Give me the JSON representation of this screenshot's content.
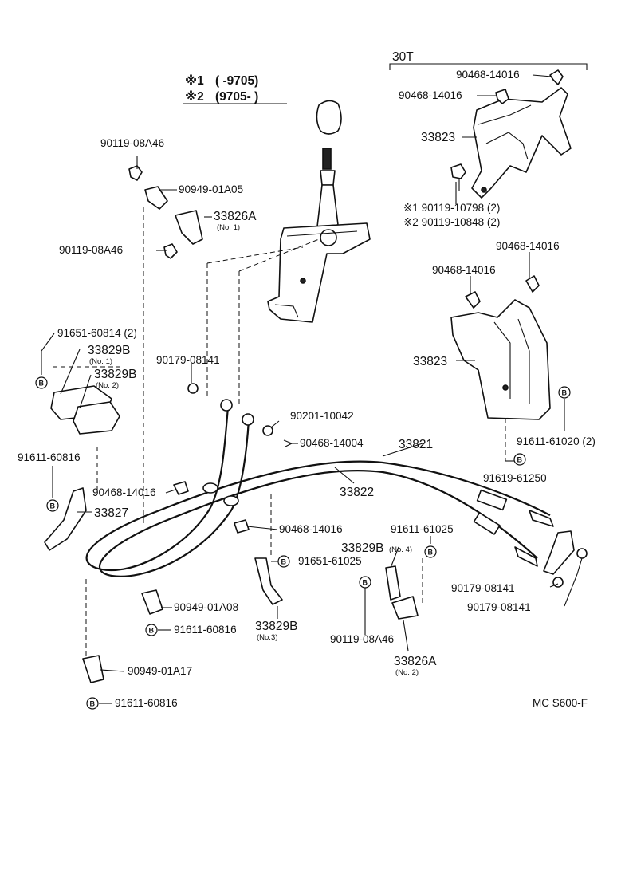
{
  "legend": {
    "row1_mark": "※1",
    "row1_value": "(        -9705)",
    "row2_mark": "※2",
    "row2_value": "(9705-        )"
  },
  "variant_label": "30T",
  "bolt_mark": "B",
  "catalog_code": "MC S600-F",
  "labels": {
    "p_90468_14016_a": "90468-14016",
    "p_90468_14016_b": "90468-14016",
    "p_33823_a": "33823",
    "p_90119_10798": "※1 90119-10798 (2)",
    "p_90119_10848": "※2 90119-10848 (2)",
    "p_90468_14016_c": "90468-14016",
    "p_90468_14016_d": "90468-14016",
    "p_33823_b": "33823",
    "p_91611_61020": "91611-61020 (2)",
    "p_91619_61250": "91619-61250",
    "p_90119_08a46_a": "90119-08A46",
    "p_90949_01a05": "90949-01A05",
    "p_33826a_no1": "33826A",
    "p_33826a_no1_sub": "(No. 1)",
    "p_90119_08a46_b": "90119-08A46",
    "p_91651_60814": "91651-60814 (2)",
    "p_33829b_no1": "33829B",
    "p_33829b_no1_sub": "(No. 1)",
    "p_33829b_no2": "33829B",
    "p_33829b_no2_sub": "(No. 2)",
    "p_90179_08141_a": "90179-08141",
    "p_90201_10042": "90201-10042",
    "p_90468_14004": "90468-14004",
    "p_33821": "33821",
    "p_33822": "33822",
    "p_91611_60816_a": "91611-60816",
    "p_90468_14016_e": "90468-14016",
    "p_33827": "33827",
    "p_90468_14016_f": "90468-14016",
    "p_91611_61025": "91611-61025",
    "p_33829b_no4": "33829B",
    "p_33829b_no4_sub": "(No. 4)",
    "p_91651_61025": "91651-61025",
    "p_90949_01a08": "90949-01A08",
    "p_91611_60816_b": "91611-60816",
    "p_33829b_no3": "33829B",
    "p_33829b_no3_sub": "(No.3)",
    "p_90119_08a46_c": "90119-08A46",
    "p_33826a_no2": "33826A",
    "p_33826a_no2_sub": "(No. 2)",
    "p_90179_08141_b": "90179-08141",
    "p_90179_08141_c": "90179-08141",
    "p_90949_01a17": "90949-01A17",
    "p_91611_60816_c": "91611-60816"
  }
}
